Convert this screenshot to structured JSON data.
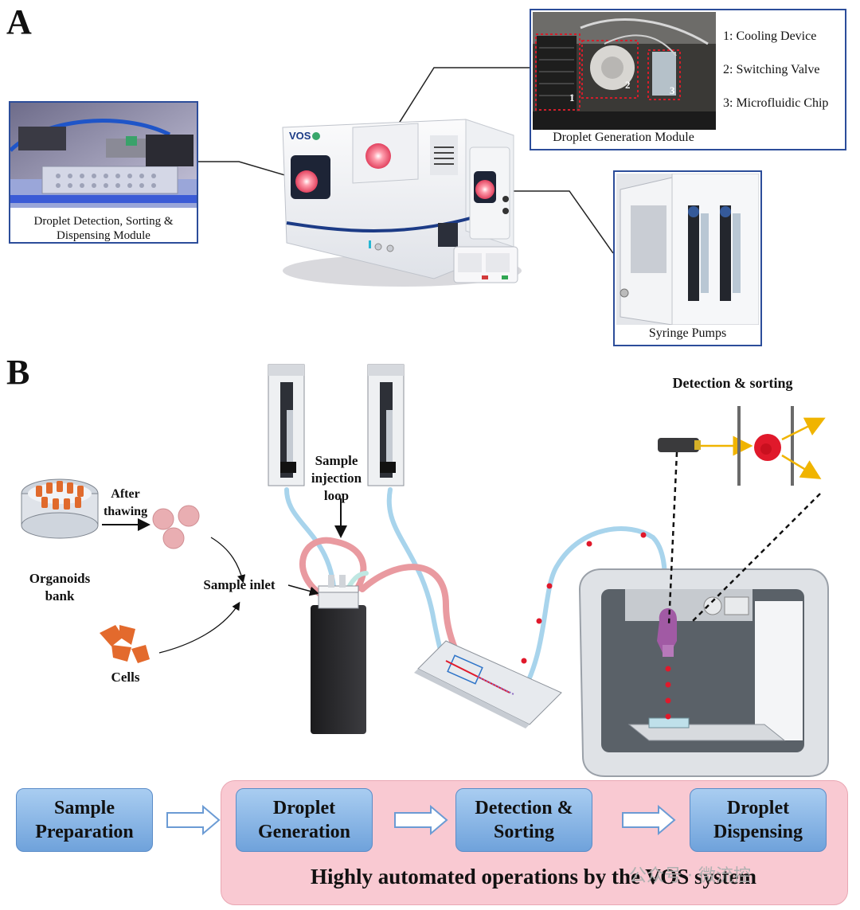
{
  "panel_a": {
    "letter": "A",
    "detection_caption": [
      "Droplet Detection, Sorting &",
      "Dispensing Module"
    ],
    "generation_caption": "Droplet Generation Module",
    "legend": [
      "1: Cooling Device",
      "2: Switching Valve",
      "3: Microfluidic Chip"
    ],
    "numbers": [
      "1",
      "2",
      "3"
    ],
    "pumps_caption": "Syringe Pumps",
    "device_brand": "VOS"
  },
  "panel_b": {
    "letter": "B",
    "detection_title": "Detection & sorting",
    "injection_loop": [
      "Sample",
      "injection",
      "loop"
    ],
    "after_thawing": [
      "After",
      "thawing"
    ],
    "organoids_bank": [
      "Organoids",
      "bank"
    ],
    "sample_inlet": "Sample inlet",
    "cells": "Cells"
  },
  "workflow": {
    "steps": [
      [
        "Sample",
        "Preparation"
      ],
      [
        "Droplet",
        "Generation"
      ],
      [
        "Detection &",
        "Sorting"
      ],
      [
        "Droplet",
        "Dispensing"
      ]
    ],
    "footer": "Highly automated operations by the VOS system"
  },
  "watermark": "公众号 · 微流控",
  "colors": {
    "frame_blue": "#2c4d9a",
    "tube_blue": "#a8d4ec",
    "tube_red": "#e99aa0",
    "droplet_red": "#e0192b",
    "step_blue": "#8ab8e8",
    "band_pink": "#f9c9d2",
    "arrow_yellow": "#f0b400"
  }
}
